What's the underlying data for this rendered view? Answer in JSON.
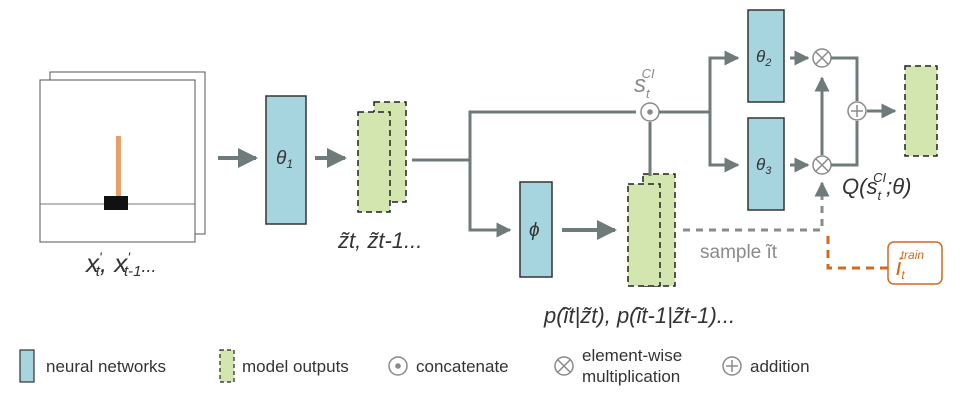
{
  "input": {
    "label_main": "x",
    "label_sub_t": "t",
    "label_mid": ", x",
    "label_sub_prev": "t-1",
    "label_ellipsis": "...",
    "prime": "'"
  },
  "networks": {
    "theta1": {
      "symbol": "θ",
      "sub": "1"
    },
    "theta2": {
      "symbol": "θ",
      "sub": "2"
    },
    "theta3": {
      "symbol": "θ",
      "sub": "3"
    },
    "phi": {
      "symbol": "ϕ"
    }
  },
  "labels": {
    "z_label": "z̃t, z̃t-1...",
    "s_main": "s",
    "s_sub": "t",
    "s_sup": "CI",
    "p_label": "p(ĩt|z̃t), p(ĩt-1|z̃t-1)...",
    "sample_text": "sample ĩt",
    "itrain_main": "i",
    "itrain_sub": "t",
    "itrain_sup": "train",
    "q_label_a": "Q(s",
    "q_label_sub": "t",
    "q_label_sup": "CI",
    "q_label_b": ";θ)"
  },
  "legend": {
    "neural": "neural networks",
    "outputs": "model outputs",
    "concat": "concatenate",
    "mult_line1": "element-wise",
    "mult_line2": "multiplication",
    "add": "addition"
  },
  "colors": {
    "network_fill": "#a6d5df",
    "output_fill": "#d4e6b0",
    "arrow": "#6f7b7b",
    "train": "#d2691e",
    "pole": "#e8a06b"
  }
}
